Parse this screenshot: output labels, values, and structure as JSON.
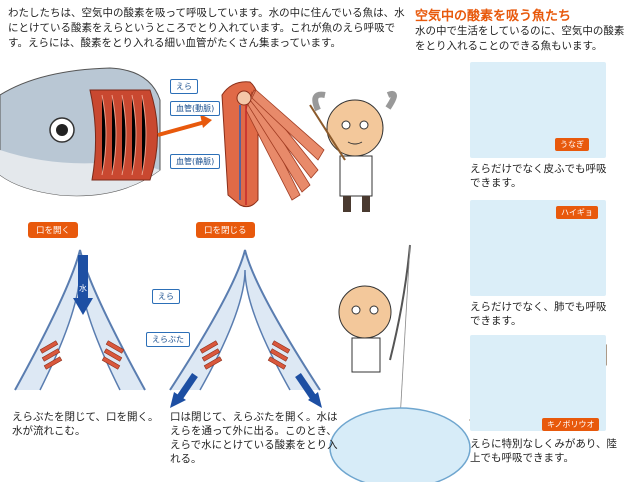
{
  "intro": {
    "text": "わたしたちは、空気中の酸素を吸って呼吸しています。水の中に住んでいる魚は、水にとけている酸素をえらというところでとり入れています。これが魚のえら呼吸です。えらには、酸素をとり入れる細い血管がたくさん集まっています。"
  },
  "gill_labels": {
    "gill": "えら",
    "vessel_artery": "血管(動脈)",
    "vessel_vein": "血管(静脈)"
  },
  "side": {
    "title": "空気中の酸素を吸う魚たち",
    "subtitle": "水の中で生活をしているのに、空気中の酸素をとり入れることのできる魚もいます。",
    "fish": [
      {
        "name": "うなぎ",
        "caption": "えらだけでなく皮ふでも呼吸できます。"
      },
      {
        "name": "ハイギョ",
        "caption": "えらだけでなく、肺でも呼吸できます。"
      },
      {
        "name": "キノボリウオ",
        "caption": "えらに特別なしくみがあり、陸上でも呼吸できます。"
      }
    ]
  },
  "mouth_diagram": {
    "open_label": "口を開く",
    "close_label": "口を閉じる",
    "water": "水",
    "gill": "えら",
    "gill_cover": "えらぶた",
    "caption_open": "えらぶたを閉じて、口を開く。水が流れこむ。",
    "caption_close": "口は閉じて、えらぶたを開く。水はえらを通って外に出る。このとき、えらで水にとけている酸素をとり入れる。"
  },
  "colors": {
    "accent": "#e8590c",
    "water_blue": "#1d4fa3",
    "gill_red": "#d9573c",
    "panel_blue": "#dbeef8"
  }
}
